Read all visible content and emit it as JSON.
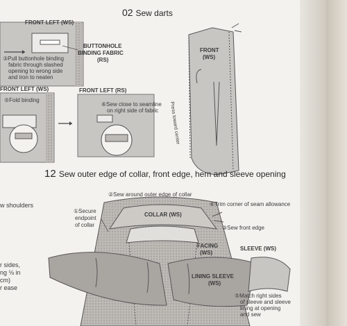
{
  "page": {
    "colors": {
      "paper": "#f4f2ee",
      "fabric": "#b9b7b4",
      "line": "#555555",
      "text": "#2b2b2b"
    },
    "step02": {
      "number": "02",
      "title": "Sew darts"
    },
    "step12": {
      "number": "12",
      "title": "Sew outer edge of collar, front edge, hem and sleeve opening"
    },
    "top_left": {
      "front_left_ws_1": "FRONT LEFT (WS)",
      "buttonhole_binding_line1": "BUTTONHOLE",
      "buttonhole_binding_line2": "BINDING FABRIC",
      "buttonhole_binding_line3": "(RS)",
      "step3_line1": "③Pull buttonhole binding",
      "step3_line2": "fabric through slashed",
      "step3_line3": "opening to wrong side",
      "step3_line4": "and iron to neaten",
      "front_left_ws_2": "FRONT LEFT (WS)",
      "step5": "⑤Fold binding",
      "front_left_rs": "FRONT LEFT (RS)",
      "step6_line1": "⑥Sew close to seamline",
      "step6_line2": "on right side of fabric"
    },
    "dart_panel": {
      "front_line1": "FRONT",
      "front_line2": "(WS)",
      "press": "Press toward center"
    },
    "left_edge": {
      "shoulders": "w shoulders",
      "sides_line1": "r sides,",
      "sides_line2": "ng ⅛ in",
      "sides_line3": "cm)",
      "sides_line4": "r ease"
    },
    "collar_diagram": {
      "step2": "②Sew around outer edge of collar",
      "step1_line1": "①Secure",
      "step1_line2": "endpoint",
      "step1_line3": "of collar",
      "collar": "COLLAR (WS)",
      "step6": "⑥Trim corner of seam allowance",
      "step3": "③Sew front edge",
      "facing_line1": "FACING",
      "facing_line2": "(WS)",
      "sleeve": "SLEEVE (WS)",
      "lining_line1": "LINING SLEEVE",
      "lining_line2": "(WS)",
      "step5_line1": "⑤Match right sides",
      "step5_line2": "of sleeve and sleeve",
      "step5_line3": "lining at opening",
      "step5_line4": "and sew"
    }
  }
}
